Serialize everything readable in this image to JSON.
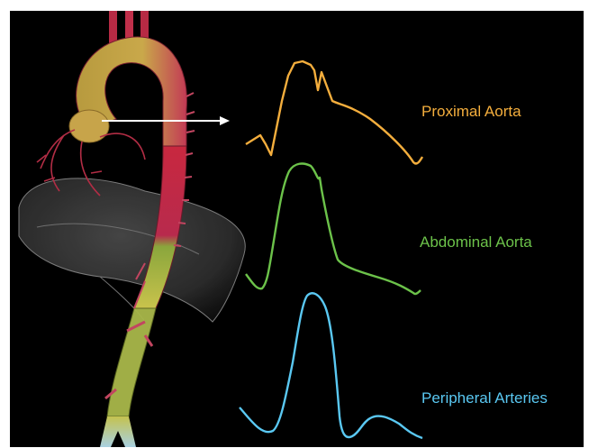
{
  "labels": {
    "proximal": "Proximal Aorta",
    "abdominal": "Abdominal Aorta",
    "peripheral": "Peripheral Arteries"
  },
  "colors": {
    "proximal": "#f4ae3d",
    "abdominal": "#6cc24a",
    "peripheral": "#5ac8f2",
    "background": "#000000",
    "arrow": "#ffffff"
  },
  "icons": [
    "aorta-illustration",
    "heart-illustration",
    "pointer-arrow"
  ]
}
